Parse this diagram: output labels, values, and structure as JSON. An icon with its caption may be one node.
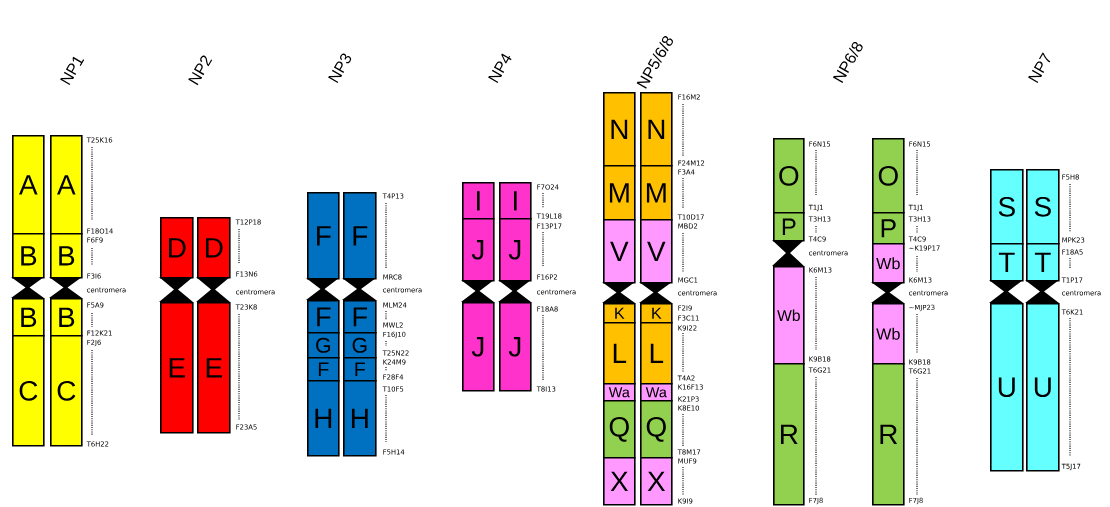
{
  "diagram": {
    "nodes": [
      {
        "text": [
          "A"
        ]
      },
      {
        "text": [
          "B"
        ]
      },
      {
        "text": [
          "B"
        ]
      },
      {
        "text": [
          "C"
        ]
      },
      {
        "text": [
          "A"
        ]
      },
      {
        "text": [
          "B"
        ]
      },
      {
        "text": [
          "B"
        ]
      },
      {
        "text": [
          "C"
        ]
      },
      {
        "text": [
          "D"
        ]
      },
      {
        "text": [
          "E"
        ]
      },
      {
        "text": [
          "D"
        ]
      },
      {
        "text": [
          "E"
        ]
      },
      {
        "text": [
          "F"
        ]
      },
      {
        "text": [
          "F"
        ]
      },
      {
        "text": [
          "G"
        ]
      },
      {
        "text": [
          "F"
        ]
      },
      {
        "text": [
          "H"
        ]
      },
      {
        "text": [
          "F"
        ]
      },
      {
        "text": [
          "F"
        ]
      },
      {
        "text": [
          "G"
        ]
      },
      {
        "text": [
          "F"
        ]
      },
      {
        "text": [
          "H"
        ]
      },
      {
        "text": [
          "I"
        ]
      },
      {
        "text": [
          "J"
        ]
      },
      {
        "text": [
          "J"
        ]
      },
      {
        "text": [
          "I"
        ]
      },
      {
        "text": [
          "J"
        ]
      },
      {
        "text": [
          "J"
        ]
      },
      {
        "text": [
          "N"
        ]
      },
      {
        "text": [
          "M"
        ]
      },
      {
        "text": [
          "V"
        ]
      },
      {
        "text": [
          "K"
        ]
      },
      {
        "text": [
          "L"
        ]
      },
      {
        "text": [
          "Wa"
        ]
      },
      {
        "text": [
          "Q"
        ]
      },
      {
        "text": [
          "X"
        ]
      },
      {
        "text": [
          "N"
        ]
      },
      {
        "text": [
          "M"
        ]
      },
      {
        "text": [
          "V"
        ]
      },
      {
        "text": [
          "K"
        ]
      },
      {
        "text": [
          "L"
        ]
      },
      {
        "text": [
          "Wa"
        ]
      },
      {
        "text": [
          "Q"
        ]
      },
      {
        "text": [
          "X"
        ]
      },
      {
        "text": [
          "O"
        ]
      },
      {
        "text": [
          "P"
        ]
      },
      {
        "text": [
          "Wb"
        ]
      },
      {
        "text": [
          "R"
        ]
      },
      {
        "text": [
          "O"
        ]
      },
      {
        "text": [
          "P"
        ]
      },
      {
        "text": [
          "Wb"
        ]
      },
      {
        "text": [
          "Wb"
        ]
      },
      {
        "text": [
          "R"
        ]
      },
      {
        "text": [
          "S"
        ]
      },
      {
        "text": [
          "T"
        ]
      },
      {
        "text": [
          "U"
        ]
      },
      {
        "text": [
          "S"
        ]
      },
      {
        "text": [
          "T"
        ]
      },
      {
        "text": [
          "U"
        ]
      }
    ],
    "labels": [
      "NP1",
      "T25K16",
      "F18O14",
      "F6F9",
      "F3I6",
      "centromera",
      "F5A9",
      "F12K21",
      "F2J6",
      "T6H22",
      "NP2",
      "T12P18",
      "F13N6",
      "centromera",
      "T23K8",
      "F23A5",
      "NP3",
      "T4P13",
      "MRC8",
      "centromera",
      "MLM24",
      "MWL2",
      "F16J10",
      "T25N22",
      "K24M9",
      "F28F4",
      "T10F5",
      "F5H14",
      "NP4",
      "F7O24",
      "T19L18",
      "F13P17",
      "F16P2",
      "centromera",
      "F18A8",
      "T8I13",
      "NP5/6/8",
      "F16M2",
      "F24M12",
      "F3A4",
      "T10D17",
      "MBD2",
      "MGC1",
      "centromera",
      "F2I9",
      "F3C11",
      "K9I22",
      "T4A2",
      "K16F13",
      "K21P3",
      "K8E10",
      "T8M17",
      "MUF9",
      "K9I9",
      "NP6/8",
      "F6N15",
      "T1J1",
      "T3H13",
      "T4C9",
      "centromera",
      "K6M13",
      "K9B18",
      "T6G21",
      "F7J8",
      "F6N15",
      "T1J1",
      "T3H13",
      "T4C9",
      "~K19P17",
      "K6M13",
      "centromera",
      "~MJP23",
      "K9B18",
      "T6G21",
      "F7J8",
      "NP7",
      "F5H8",
      "MPK23",
      "F18A5",
      "T1P17",
      "centromera",
      "T6K21",
      "T5J17"
    ]
  }
}
